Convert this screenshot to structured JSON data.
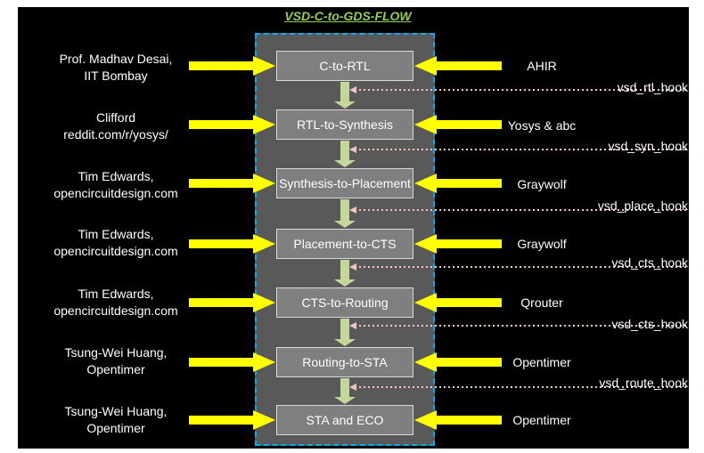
{
  "title": "VSD-C-to-GDS-FLOW",
  "stages": [
    {
      "label": "C-to-RTL",
      "contributor": [
        "Prof. Madhav Desai,",
        "IIT Bombay"
      ],
      "tool": "AHIR",
      "hook": "vsd_rtl_hook"
    },
    {
      "label": "RTL-to-Synthesis",
      "contributor": [
        "Clifford",
        "reddit.com/r/yosys/"
      ],
      "tool": "Yosys & abc",
      "hook": "vsd_syn_hook"
    },
    {
      "label": "Synthesis-to-Placement",
      "contributor": [
        "Tim Edwards,",
        "opencircuitdesign.com"
      ],
      "tool": "Graywolf",
      "hook": "vsd_place_hook"
    },
    {
      "label": "Placement-to-CTS",
      "contributor": [
        "Tim Edwards,",
        "opencircuitdesign.com"
      ],
      "tool": "Graywolf",
      "hook": "vsd_cts_hook"
    },
    {
      "label": "CTS-to-Routing",
      "contributor": [
        "Tim Edwards,",
        "opencircuitdesign.com"
      ],
      "tool": "Qrouter",
      "hook": "vsd_cts_hook"
    },
    {
      "label": "Routing-to-STA",
      "contributor": [
        "Tsung-Wei Huang,",
        "Opentimer"
      ],
      "tool": "Opentimer",
      "hook": "vsd_route_hook"
    },
    {
      "label": "STA and ECO",
      "contributor": [
        "Tsung-Wei Huang,",
        "Opentimer"
      ],
      "tool": "Opentimer"
    }
  ],
  "colors": {
    "background": "#000000",
    "panel": "#595959",
    "panel_border": "#00b0f0",
    "stage_fill": "#7f7f7f",
    "stage_border": "#d9d9d9",
    "input_arrow": "#ffff00",
    "flow_arrow": "#c4d79b",
    "hook_line": "#f2c4c4",
    "title": "#92d050"
  }
}
